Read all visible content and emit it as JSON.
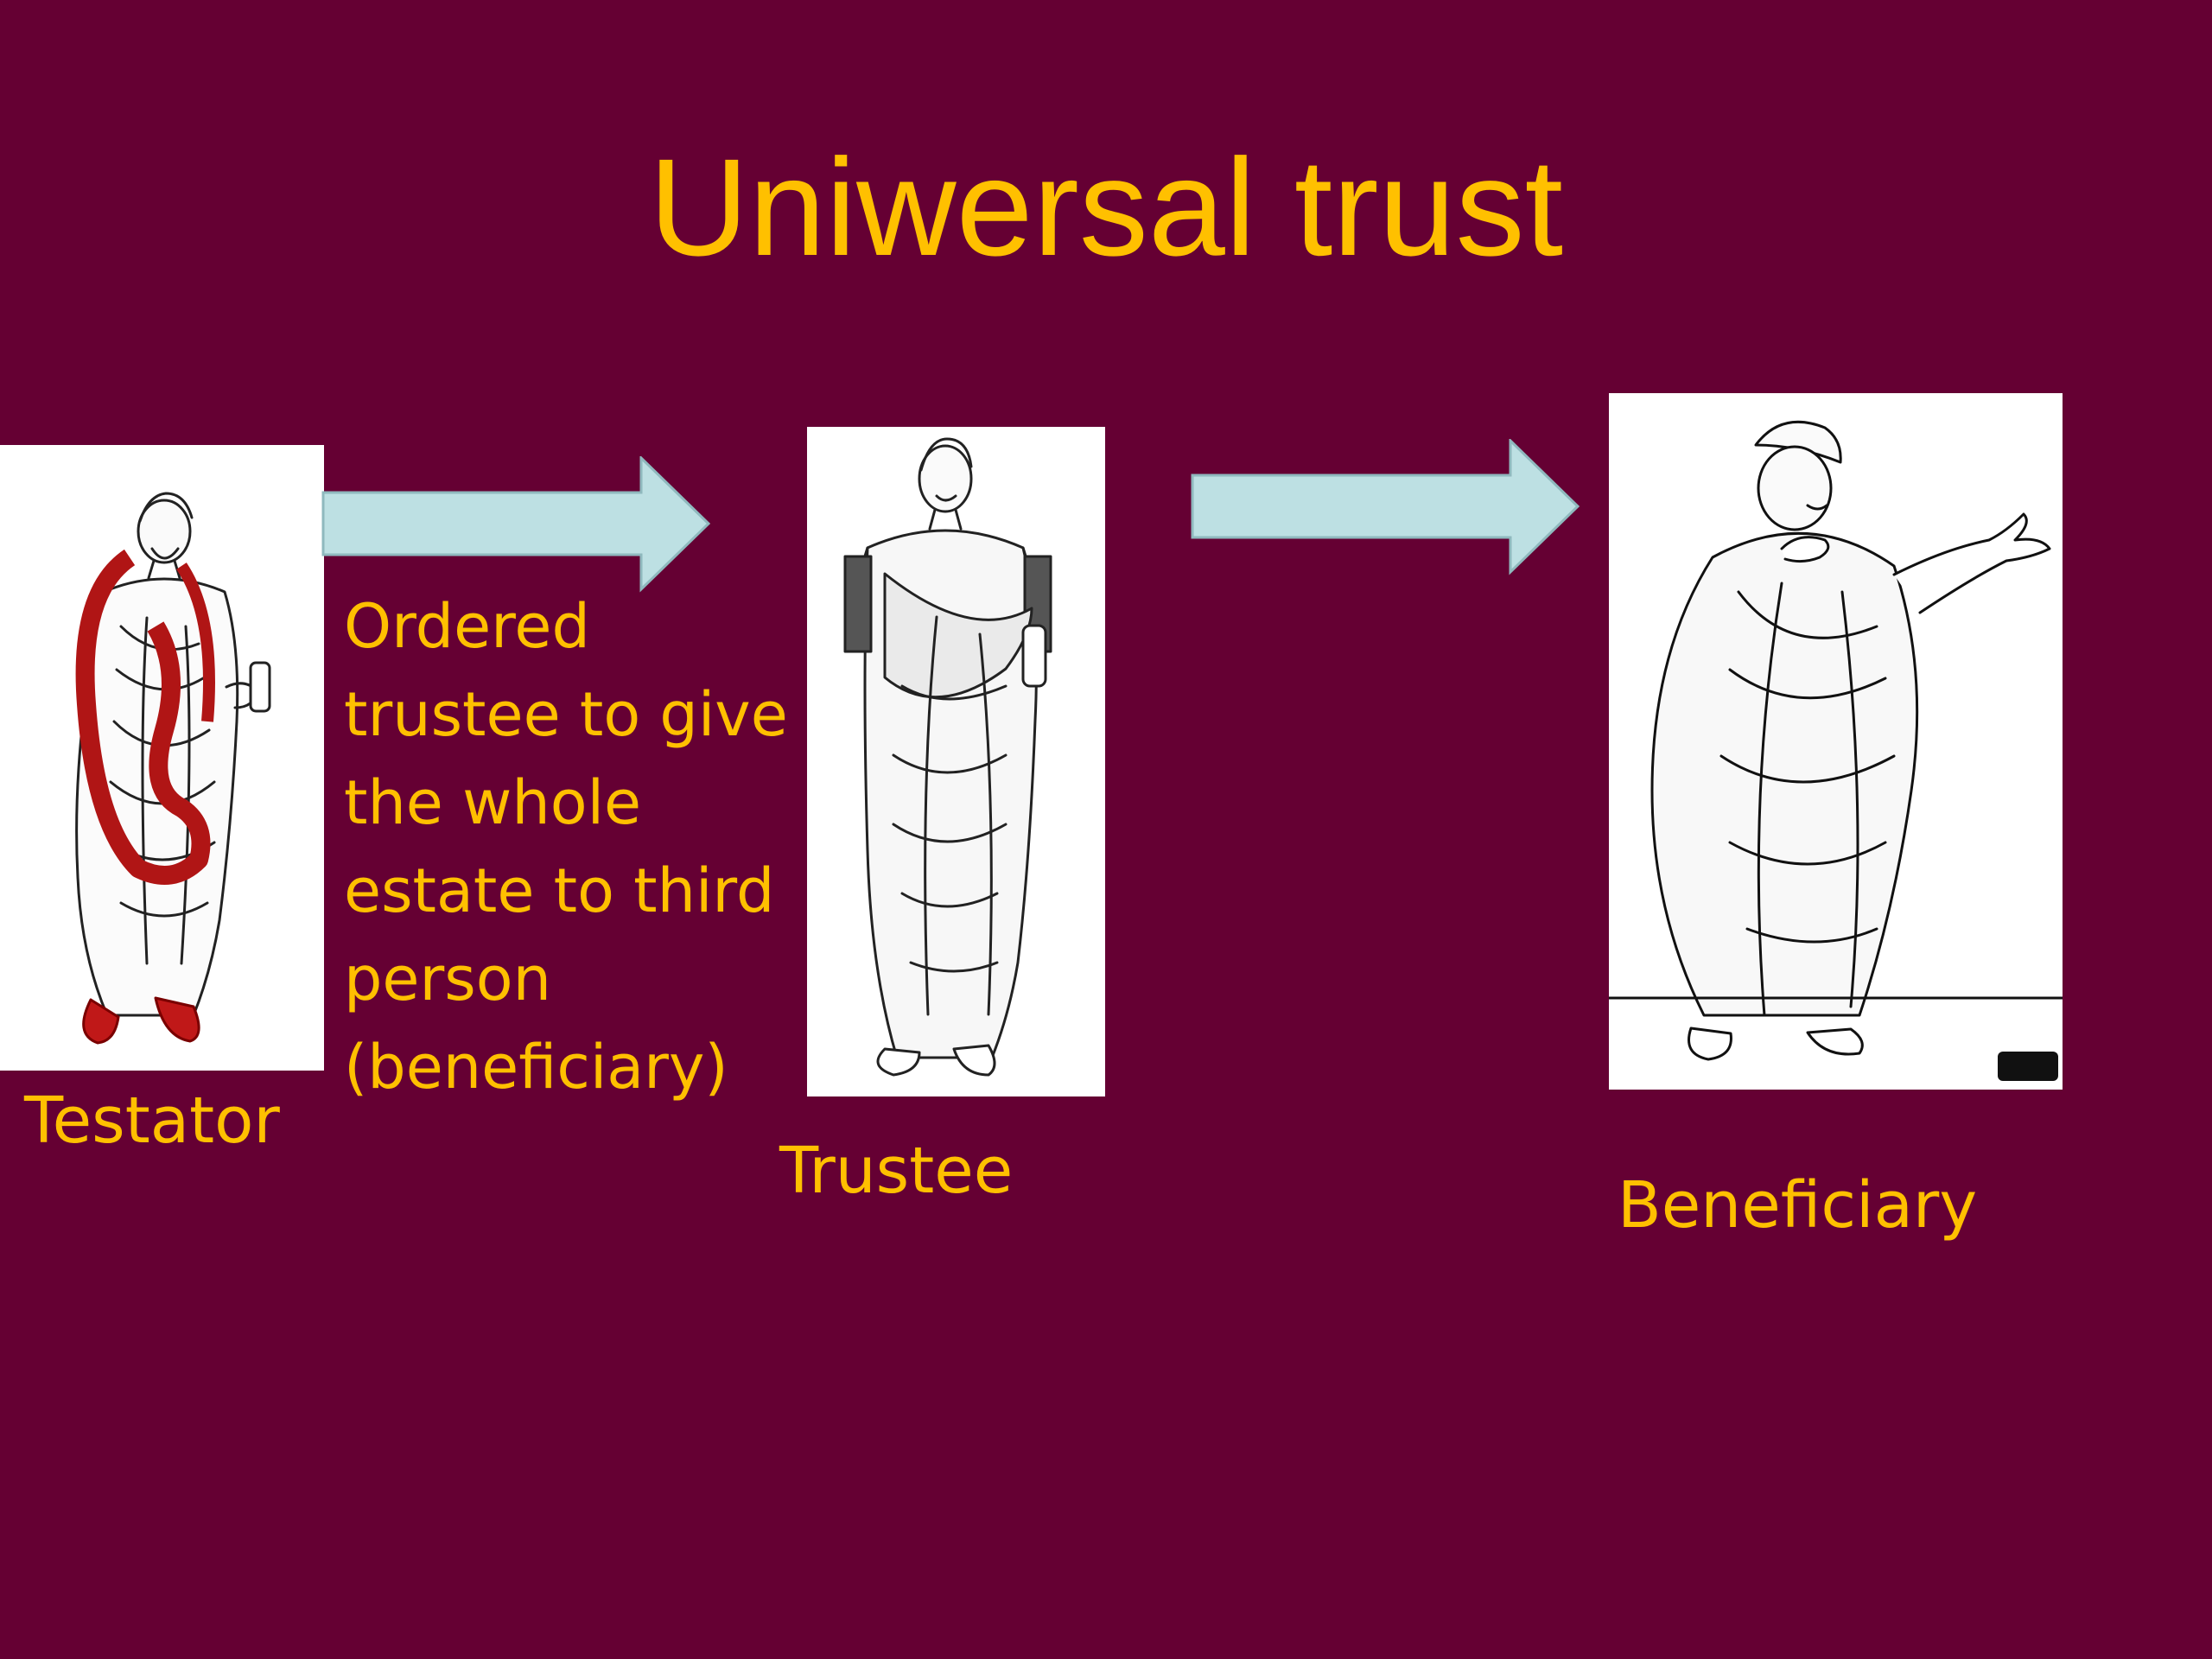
{
  "slide": {
    "title": "Uniwersal trust",
    "background": "#650033",
    "text_color": "#FFC000",
    "arrow_color": "#BDE0E3",
    "roles": [
      {
        "id": "testator",
        "label": "Testator",
        "picture": "roman-figure-in-red-trimmed-toga-holding-scroll"
      },
      {
        "id": "trustee",
        "label": "Trustee",
        "picture": "roman-figure-in-toga-holding-scroll"
      },
      {
        "id": "beneficiary",
        "label": "Beneficiary",
        "picture": "roman-figure-in-cloak-and-cap-gesturing"
      }
    ],
    "instruction": "Ordered\ntrustee to give\nthe whole\nestate to third\nperson\n(beneficiary)"
  }
}
